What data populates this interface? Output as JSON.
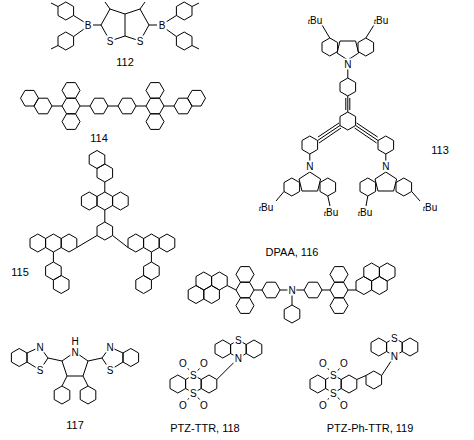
{
  "diagram": {
    "labels": [
      "112",
      "S",
      "S",
      "B",
      "B",
      "114",
      "tBu",
      "tBu",
      "N",
      "N",
      "N",
      "tBu",
      "tBu",
      "tBu",
      "tBu",
      "113",
      "115",
      "DPAA, 116",
      "N",
      "H",
      "N",
      "S",
      "N",
      "S",
      "N",
      "117",
      "O",
      "O",
      "S",
      "S",
      "O",
      "O",
      "S",
      "N",
      "PTZ-TTR, 118",
      "O",
      "O",
      "S",
      "S",
      "O",
      "O",
      "S",
      "N",
      "PTZ-Ph-TTR, 119"
    ]
  }
}
